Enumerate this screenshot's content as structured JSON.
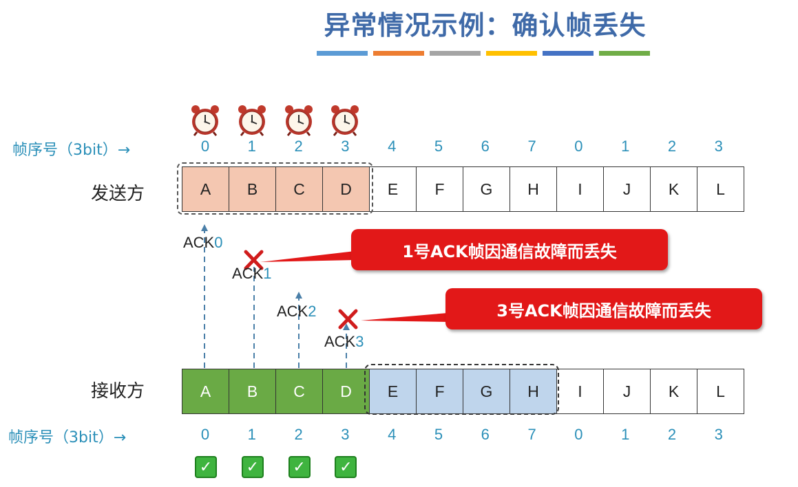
{
  "title": "异常情况示例：确认帧丢失",
  "color_bars": [
    "#5b9bd5",
    "#ed7d31",
    "#a5a5a5",
    "#ffc000",
    "#4472c4",
    "#70ad47"
  ],
  "seq_label": "帧序号（3bit）→",
  "seq_numbers": [
    "0",
    "1",
    "2",
    "3",
    "4",
    "5",
    "6",
    "7",
    "0",
    "1",
    "2",
    "3"
  ],
  "sender": {
    "label": "发送方",
    "frames": [
      "A",
      "B",
      "C",
      "D",
      "E",
      "F",
      "G",
      "H",
      "I",
      "J",
      "K",
      "L"
    ],
    "window_count": 4
  },
  "receiver": {
    "label": "接收方",
    "frames": [
      "A",
      "B",
      "C",
      "D",
      "E",
      "F",
      "G",
      "H",
      "I",
      "J",
      "K",
      "L"
    ],
    "received_count": 4,
    "window_count": 4
  },
  "timers": [
    "alarm-clock-icon",
    "alarm-clock-icon",
    "alarm-clock-icon",
    "alarm-clock-icon"
  ],
  "acks": [
    {
      "prefix": "ACK",
      "num": "0",
      "lost": false
    },
    {
      "prefix": "ACK",
      "num": "1",
      "lost": true
    },
    {
      "prefix": "ACK",
      "num": "2",
      "lost": false
    },
    {
      "prefix": "ACK",
      "num": "3",
      "lost": true
    }
  ],
  "callouts": [
    "1号ACK帧因通信故障而丢失",
    "3号ACK帧因通信故障而丢失"
  ],
  "checks_count": 4,
  "colors": {
    "sender_window_fill": "#f4c7b1",
    "receiver_received_fill": "#6aaa45",
    "receiver_window_fill": "#bfd5ec",
    "callout": "#e21818",
    "accent_text": "#2a8fb8",
    "title": "#3f6aa8"
  }
}
